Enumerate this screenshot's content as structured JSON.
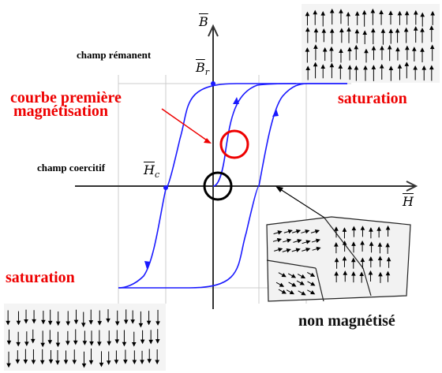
{
  "labels": {
    "remanent": "champ rémanent",
    "coercive": "champ coercitif",
    "first_curve_line1": "courbe première",
    "first_curve_line2": "magnétisation",
    "saturation_right": "saturation",
    "saturation_left": "saturation",
    "unmagnetized": "non magnétisé"
  },
  "axes": {
    "b_axis": "B",
    "h_axis": "H",
    "br_main": "B",
    "br_sub": "r",
    "hc_main": "H",
    "hc_sub": "c"
  },
  "colors": {
    "curve": "#1a1aff",
    "axis": "#333333",
    "grid": "#cccccc",
    "accent_red": "#ee0000",
    "marker_black": "#000000",
    "domain_fill": "#f4f4f4"
  }
}
